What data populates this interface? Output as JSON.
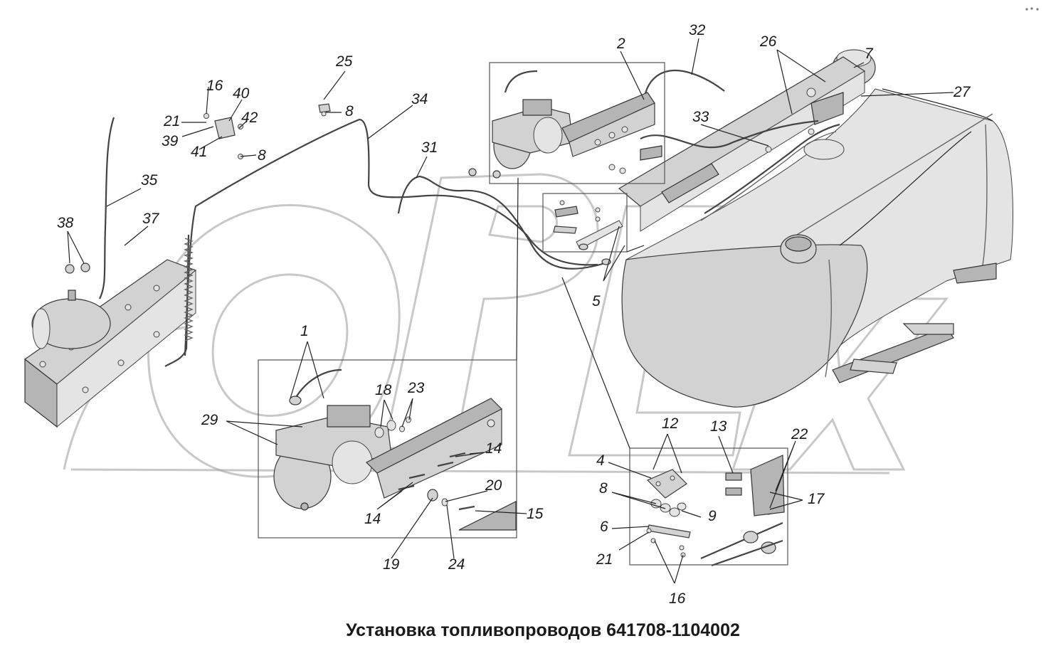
{
  "diagram": {
    "title": "Установка топливопроводов 641708-1104002"
  },
  "watermark": {
    "text": "ОРЕХ"
  },
  "callouts": {
    "n1": "1",
    "n2": "2",
    "n4": "4",
    "n5": "5",
    "n6": "6",
    "n7": "7",
    "n8a": "8",
    "n8b": "8",
    "n8c": "8",
    "n9": "9",
    "n12": "12",
    "n13": "13",
    "n14a": "14",
    "n14b": "14",
    "n15": "15",
    "n16a": "16",
    "n16b": "16",
    "n17": "17",
    "n18": "18",
    "n19": "19",
    "n20": "20",
    "n21a": "21",
    "n21b": "21",
    "n22": "22",
    "n23": "23",
    "n24": "24",
    "n25": "25",
    "n26": "26",
    "n27": "27",
    "n29": "29",
    "n31": "31",
    "n32": "32",
    "n33": "33",
    "n34": "34",
    "n35": "35",
    "n37": "37",
    "n38": "38",
    "n39": "39",
    "n40": "40",
    "n41": "41",
    "n42": "42"
  }
}
